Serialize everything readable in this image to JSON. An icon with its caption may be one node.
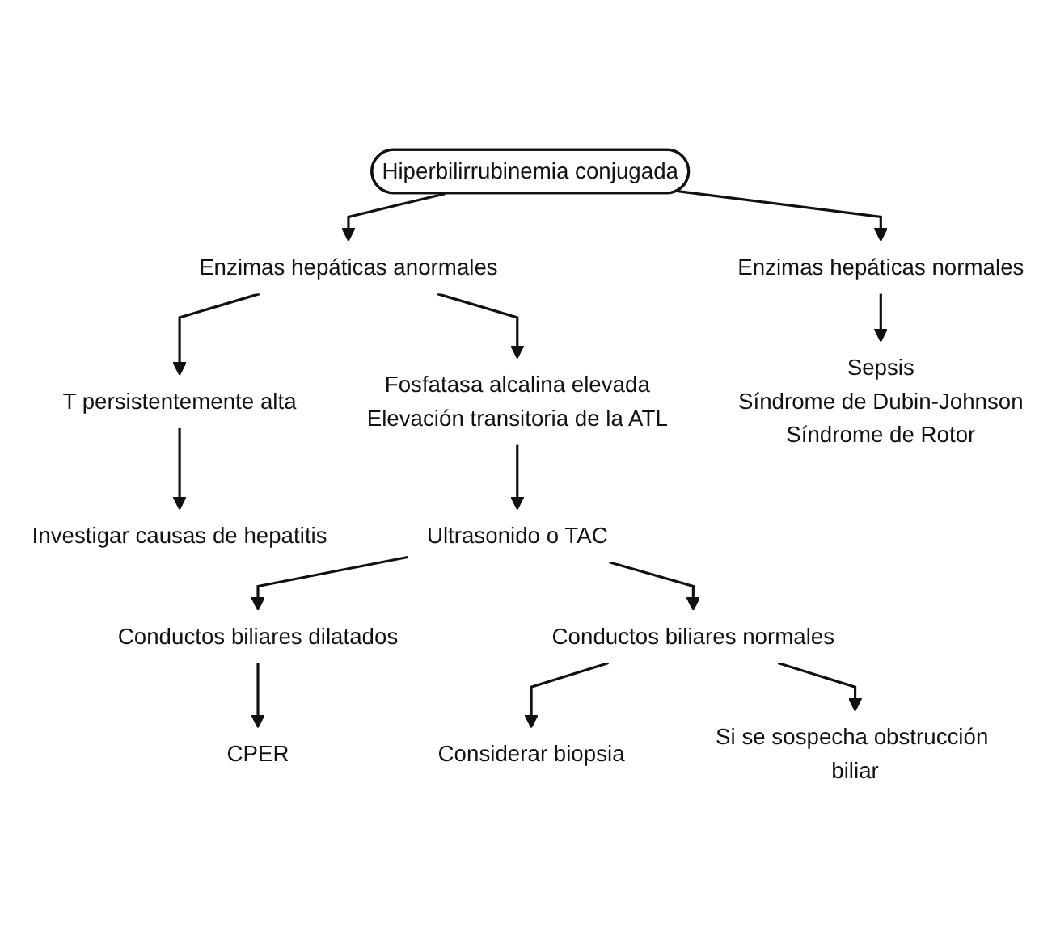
{
  "diagram": {
    "nodes": [
      {
        "text": [
          "Hiperbilirrubinemia conjugada"
        ]
      },
      {
        "text": [
          "Enzimas hepáticas anormales"
        ]
      },
      {
        "text": [
          "Enzimas hepáticas normales"
        ]
      },
      {
        "text": [
          "T persistentemente alta"
        ]
      },
      {
        "text": [
          "Fosfatasa alcalina elevada",
          "Elevación transitoria de la ATL"
        ]
      },
      {
        "text": [
          "Investigar causas de hepatitis"
        ]
      },
      {
        "text": [
          "Ultrasonido o TAC"
        ]
      },
      {
        "text": [
          "Conductos biliares dilatados"
        ]
      },
      {
        "text": [
          "Conductos biliares normales"
        ]
      },
      {
        "text": [
          "CPER"
        ]
      },
      {
        "text": [
          "Considerar biopsia"
        ]
      },
      {
        "text": [
          "Si se sospecha obstrucción biliar"
        ]
      },
      {
        "text": [
          "Sepsis",
          "Síndrome de Dubin-Johnson",
          "Síndrome de Rotor"
        ]
      }
    ],
    "edges": [
      {
        "from": 0,
        "to": 1,
        "arrow": "to"
      },
      {
        "from": 0,
        "to": 2,
        "arrow": "to"
      },
      {
        "from": 1,
        "to": 3,
        "arrow": "to"
      },
      {
        "from": 1,
        "to": 4,
        "arrow": "to"
      },
      {
        "from": 3,
        "to": 5,
        "arrow": "to"
      },
      {
        "from": 4,
        "to": 6,
        "arrow": "to"
      },
      {
        "from": 6,
        "to": 7,
        "arrow": "to"
      },
      {
        "from": 6,
        "to": 8,
        "arrow": "to"
      },
      {
        "from": 7,
        "to": 9,
        "arrow": "to"
      },
      {
        "from": 8,
        "to": 10,
        "arrow": "to"
      },
      {
        "from": 8,
        "to": 11,
        "arrow": "to"
      },
      {
        "from": 2,
        "to": 12,
        "arrow": "to"
      }
    ]
  }
}
